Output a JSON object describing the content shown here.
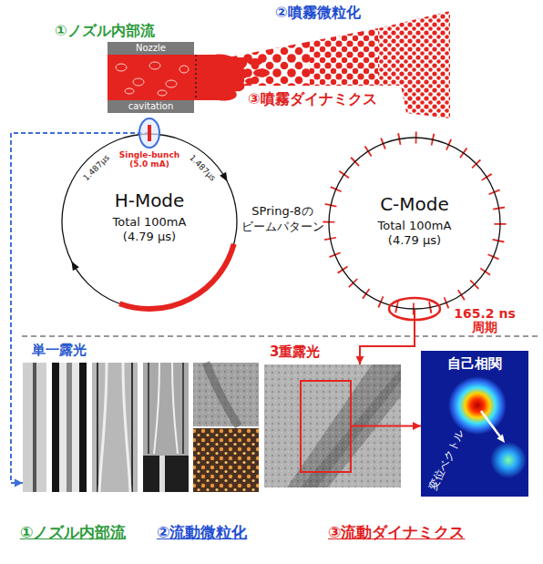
{
  "diagram": {
    "nodes": [
      {
        "text": [
          "Nozzle",
          "cavitation"
        ]
      },
      {
        "text": [
          "H-Mode",
          "Total 100mA",
          "(4.79 μs)"
        ]
      },
      {
        "text": [
          "C-Mode",
          "Total 100mA",
          "(4.79 μs)"
        ]
      },
      {
        "text": [
          "単一露光"
        ]
      },
      {
        "text": [
          "3重露光"
        ]
      },
      {
        "text": [
          "自己相関",
          "変位ベクトル"
        ]
      }
    ],
    "edges": [
      {
        "from": 1,
        "to": 3,
        "arrow": "to"
      },
      {
        "from": 2,
        "to": 4,
        "arrow": "to"
      },
      {
        "from": 4,
        "to": 5,
        "arrow": "to"
      }
    ],
    "labels": [
      "②噴霧微粒化",
      "①ノズル内部流",
      "③噴霧ダイナミクス",
      "Single-bunch (5.0 mA)",
      "1.487μs",
      "1.487μs",
      "SPring-8の ビームパターン",
      "165.2 ns 周期",
      "①ノズル内部流",
      "②流動微粒化",
      "③流動ダイナミクス"
    ]
  }
}
